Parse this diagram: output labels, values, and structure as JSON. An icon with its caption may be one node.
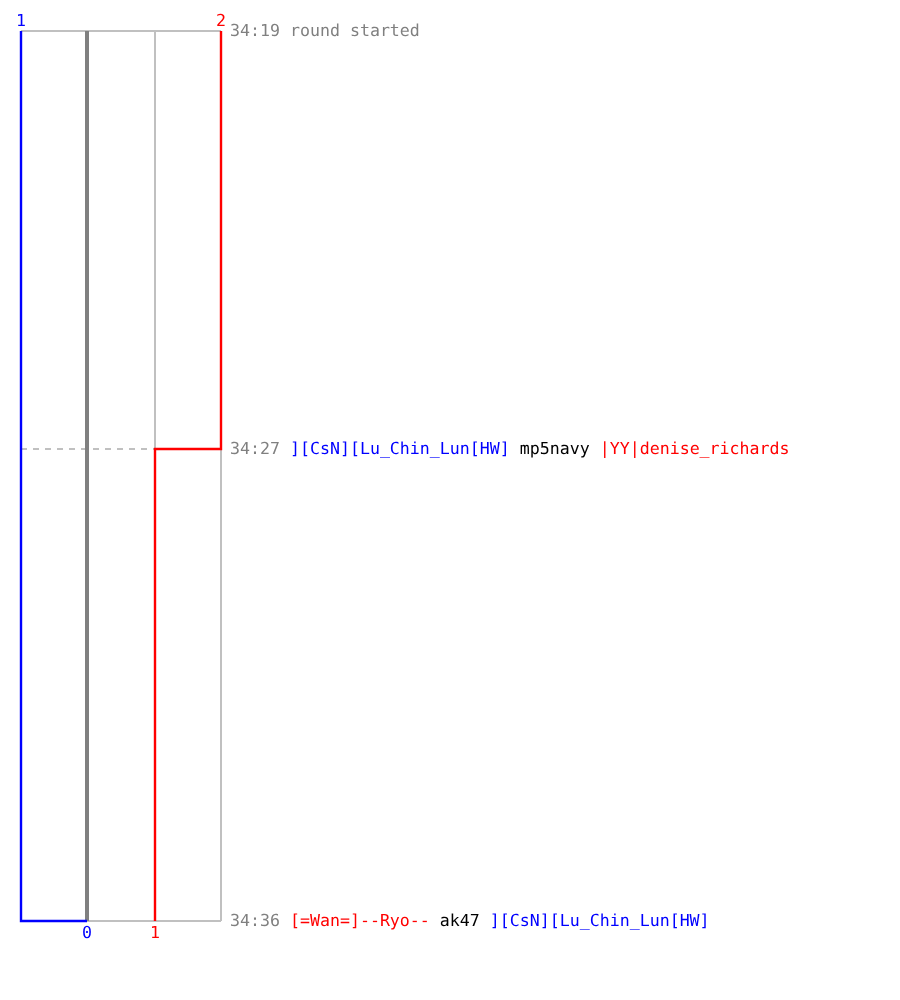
{
  "diagram": {
    "labels": [
      "1",
      "2",
      "34:19",
      "round started",
      "34:27",
      "][CsN][Lu_Chin_Lun[HW]",
      "mp5navy",
      "|YY|denise_richards",
      "34:36",
      "[=Wan=]--Ryo--",
      "ak47",
      "][CsN][Lu_Chin_Lun[HW]",
      "0",
      "1"
    ]
  }
}
